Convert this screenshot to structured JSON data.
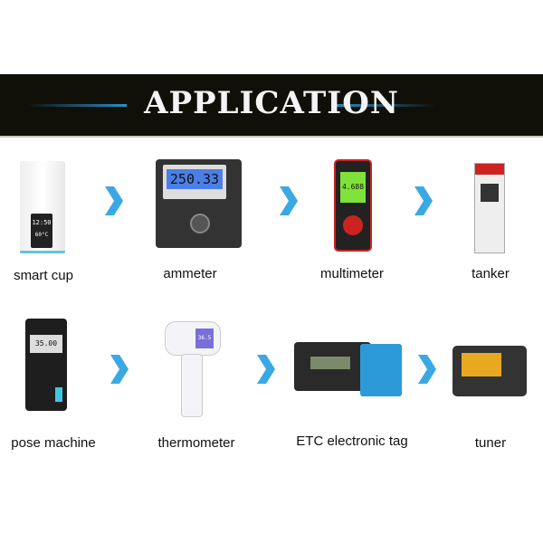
{
  "header": {
    "title": "APPLICATION",
    "accent_color": "#2a8fd0",
    "background": "#111008"
  },
  "items": [
    {
      "label": "smart cup",
      "screen": "12:50",
      "screen2": "60°C"
    },
    {
      "label": "ammeter",
      "screen": "250.33"
    },
    {
      "label": "multimeter",
      "screen": "4.688"
    },
    {
      "label": "tanker"
    },
    {
      "label": "pose machine",
      "screen": "35.00"
    },
    {
      "label": "thermometer",
      "screen": "36.5"
    },
    {
      "label": "ETC electronic tag"
    },
    {
      "label": "tuner"
    }
  ],
  "arrow_icon": "chevron-right-icon"
}
